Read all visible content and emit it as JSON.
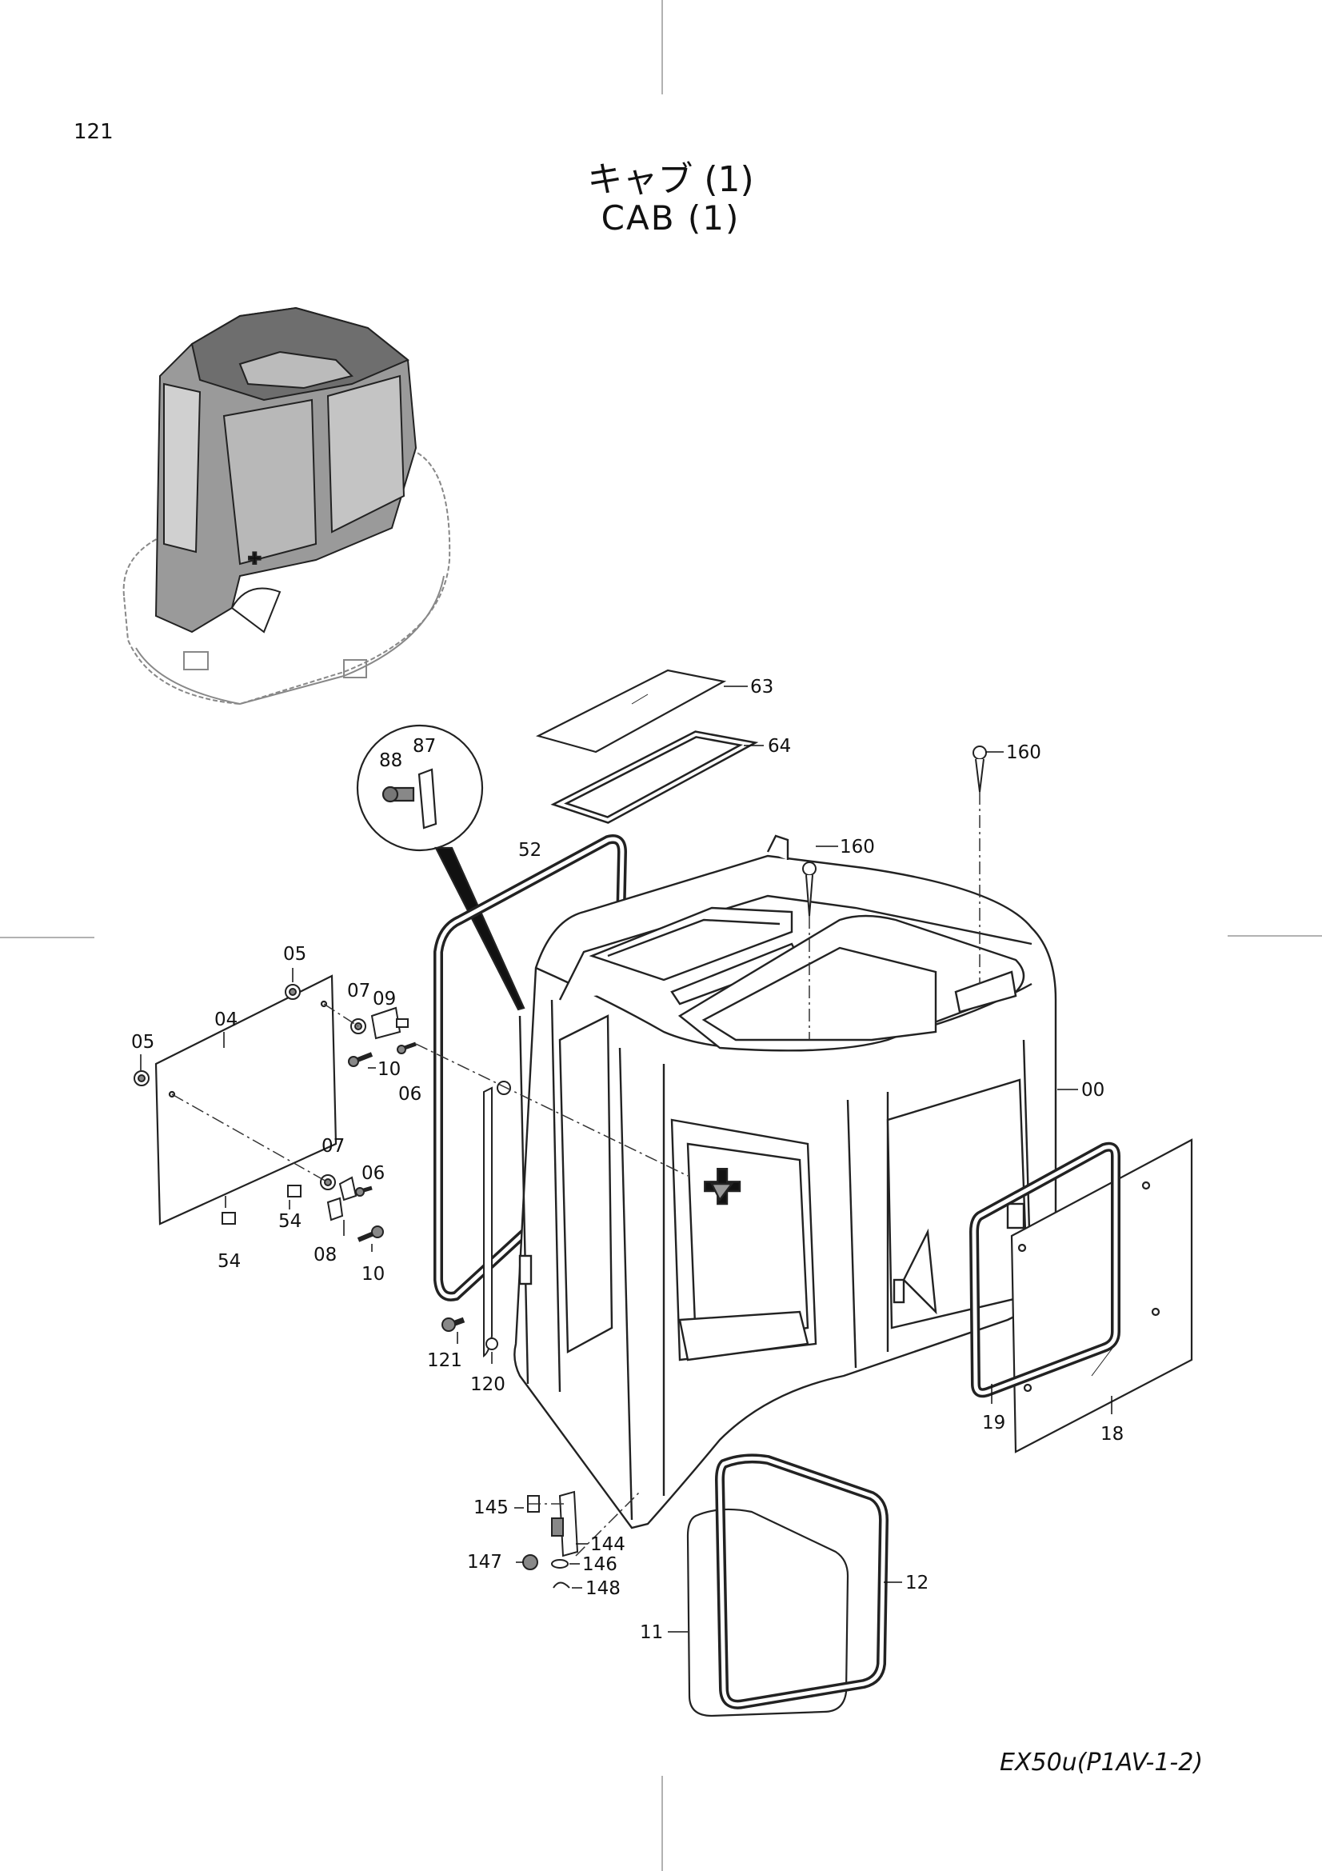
{
  "page": {
    "number": "121"
  },
  "title": {
    "japanese": "キャブ (1)",
    "english": "CAB (1)"
  },
  "footer": {
    "model_code": "EX50u(P1AV-1-2)"
  },
  "callouts": {
    "c00": "00",
    "c04": "04",
    "c05a": "05",
    "c05b": "05",
    "c06a": "06",
    "c06b": "06",
    "c07a": "07",
    "c07b": "07",
    "c08": "08",
    "c09": "09",
    "c10a": "10",
    "c10b": "10",
    "c11": "11",
    "c12": "12",
    "c18": "18",
    "c19": "19",
    "c52": "52",
    "c54a": "54",
    "c54b": "54",
    "c63": "63",
    "c64": "64",
    "c87": "87",
    "c88": "88",
    "c120": "120",
    "c121": "121",
    "c144": "144",
    "c145": "145",
    "c146": "146",
    "c147": "147",
    "c148": "148",
    "c160a": "160",
    "c160b": "160"
  }
}
